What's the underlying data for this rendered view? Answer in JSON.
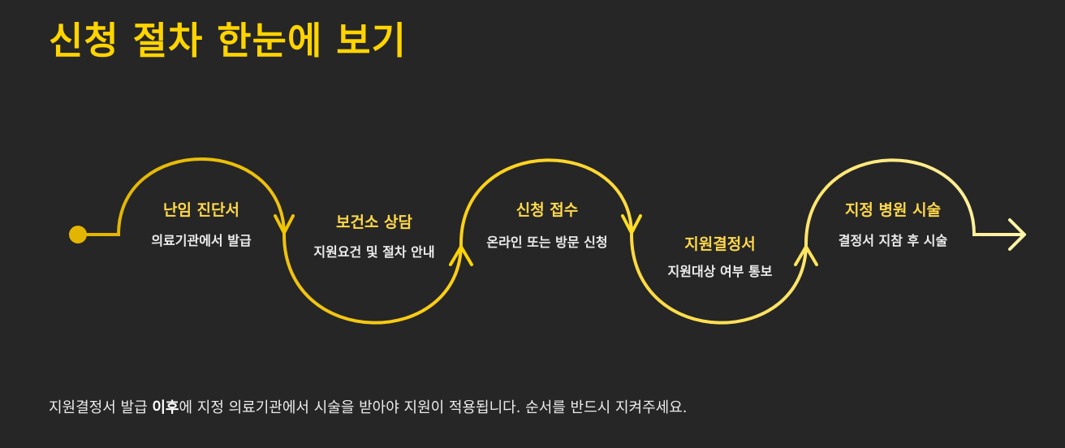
{
  "page": {
    "title": "신청 절차 한눈에 보기"
  },
  "steps": [
    {
      "title": "난임 진단서",
      "desc": "의료기관에서 발급"
    },
    {
      "title": "보건소 상담",
      "desc": "지원요건 및 절차 안내"
    },
    {
      "title": "신청 접수",
      "desc": "온라인 또는 방문 신청"
    },
    {
      "title": "지원결정서",
      "desc": "지원대상 여부 통보"
    },
    {
      "title": "지정 병원 시술",
      "desc": "결정서 지참 후 시술"
    }
  ],
  "footer": {
    "part1": "지원결정서 발급 ",
    "emphasis": "이후",
    "part2": "에 지정 의료기관에서 시술을 받아야 지원이 적용됩니다. 순서를 반드시 지켜주세요."
  },
  "colors": {
    "background": "#262626",
    "title": "#ffd400",
    "path_start": "#e3b700",
    "path_end": "#fff0a0",
    "desc_text": "#ececec"
  }
}
